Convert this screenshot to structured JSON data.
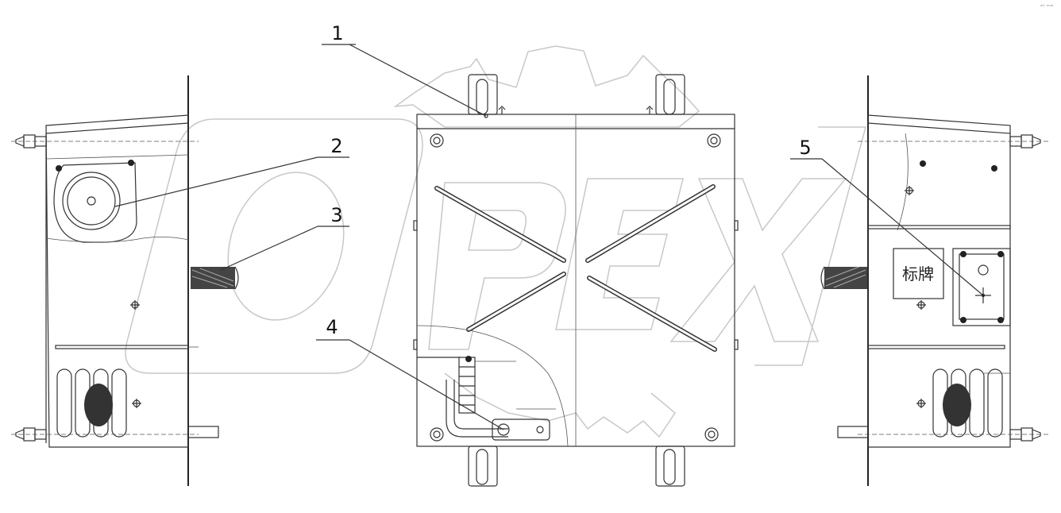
{
  "callouts": [
    {
      "label": "1"
    },
    {
      "label": "2"
    },
    {
      "label": "3"
    },
    {
      "label": "4"
    },
    {
      "label": "5"
    }
  ],
  "nameplate_text": "标牌",
  "watermark_text": "OPEX",
  "corner_mark": "ᵃʳᵗ ᵐᵒᵈ"
}
